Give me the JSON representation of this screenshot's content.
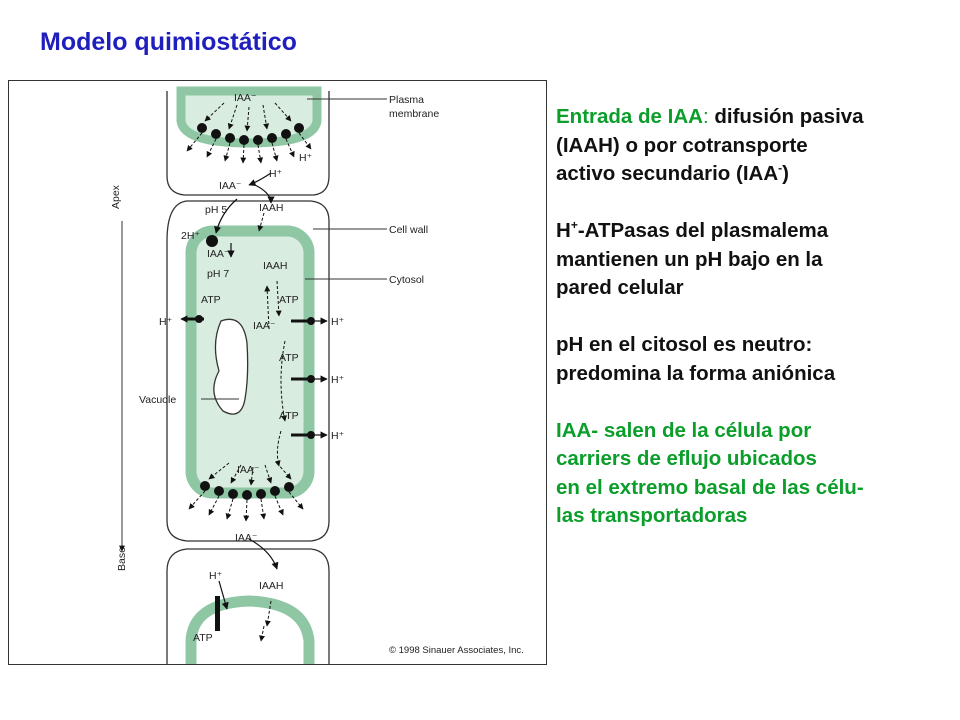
{
  "title": "Modelo quimiostático",
  "figure": {
    "labels": {
      "plasma_membrane_1": "Plasma",
      "plasma_membrane_2": "membrane",
      "cell_wall": "Cell wall",
      "cytosol": "Cytosol",
      "vacuole": "Vacuole",
      "apex": "Apex",
      "base": "Base",
      "copyright": "© 1998 Sinauer Associates, Inc.",
      "iaa_minus": "IAA⁻",
      "iaah": "IAAH",
      "h_plus": "H⁺",
      "two_h_plus": "2H⁺",
      "atp": "ATP",
      "ph5": "pH 5",
      "ph7": "pH 7"
    }
  },
  "text": {
    "p1": {
      "part_a": "Entrada de IAA",
      "part_b": ":",
      "part_c": " difusión pasiva",
      "line2": "(IAAH) o por cotransporte",
      "line3_a": "activo secundario (IAA",
      "line3_sup": "-",
      "line3_b": ")"
    },
    "p2": {
      "line1_a": "H",
      "line1_sup": "+",
      "line1_b": "-ATPasas del plasmalema",
      "line2": "mantienen un pH bajo en la",
      "line3": "pared celular"
    },
    "p3": {
      "line1": "pH en el citosol es neutro:",
      "line2": "predomina la forma aniónica"
    },
    "p4": {
      "line1": "IAA- salen de la célula por",
      "line2": "carriers de eflujo ubicados",
      "line3": "en el extremo basal de las célu-",
      "line4": "las transportadoras"
    }
  },
  "colors": {
    "title": "#1f1fbf",
    "green_text": "#0b9e2a",
    "cytosol_band": "#8fc7a5",
    "cytosol_fill": "#d9ece0"
  }
}
